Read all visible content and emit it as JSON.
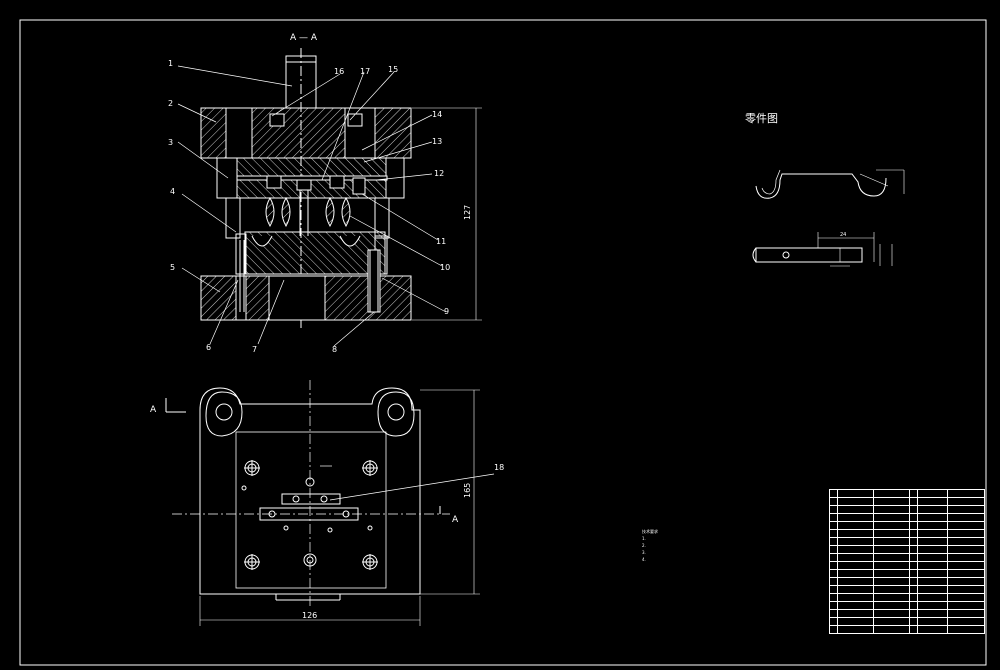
{
  "window": {
    "background": "#000000",
    "line": "#ffffff",
    "hatch": "#ffffff"
  },
  "section_view": {
    "title": "A — A",
    "part_numbers": [
      "1",
      "2",
      "3",
      "4",
      "5",
      "6",
      "7",
      "8",
      "9",
      "10",
      "11",
      "12",
      "13",
      "14",
      "15",
      "16",
      "17"
    ],
    "height_dim": "127"
  },
  "plan_view": {
    "cut_label_left": "A",
    "cut_label_right": "A",
    "part_number": "18",
    "width_dim": "126",
    "height_dim": "165"
  },
  "part_drawing": {
    "title": "零件图",
    "dims": [
      "24"
    ]
  },
  "notes": {
    "heading": "技术要求",
    "lines": [
      "1.",
      "2.",
      "3.",
      "4."
    ]
  },
  "title_block": {
    "rows": 18
  }
}
